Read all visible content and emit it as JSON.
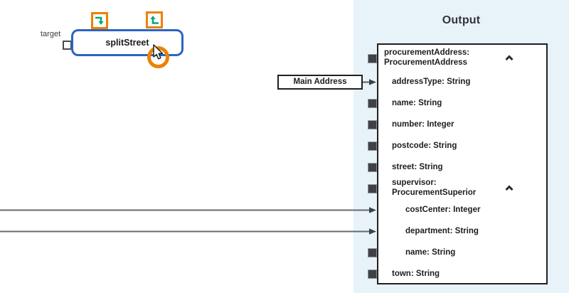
{
  "colors": {
    "accent_orange": "#ee8104",
    "accent_green": "#09a57b",
    "node_border_blue": "#2a64c5",
    "panel_background": "#e8f2f9",
    "connection_gray": "#66696d"
  },
  "canvas": {
    "target_label": "target",
    "node": {
      "label": "splitStreet"
    },
    "node_icons": [
      {
        "name": "arrow-into-icon"
      },
      {
        "name": "arrow-out-of-icon"
      }
    ],
    "mapping_label": "Main Address"
  },
  "output_panel": {
    "title": "Output",
    "fields": [
      {
        "line1": "procurementAddress:",
        "line2": "ProcurementAddress",
        "level": 0,
        "marker": "square",
        "collapsible": true
      },
      {
        "line1": "addressType: String",
        "level": 1,
        "marker": "arrow"
      },
      {
        "line1": "name: String",
        "level": 1,
        "marker": "square"
      },
      {
        "line1": "number: Integer",
        "level": 1,
        "marker": "square"
      },
      {
        "line1": "postcode: String",
        "level": 1,
        "marker": "square"
      },
      {
        "line1": "street: String",
        "level": 1,
        "marker": "square"
      },
      {
        "line1": "supervisor:",
        "line2": "ProcurementSuperior",
        "level": 1,
        "marker": "square",
        "collapsible": true
      },
      {
        "line1": "costCenter: Integer",
        "level": 2,
        "marker": "arrow"
      },
      {
        "line1": "department: String",
        "level": 2,
        "marker": "arrow"
      },
      {
        "line1": "name: String",
        "level": 2,
        "marker": "square"
      },
      {
        "line1": "town: String",
        "level": 1,
        "marker": "square"
      }
    ]
  }
}
